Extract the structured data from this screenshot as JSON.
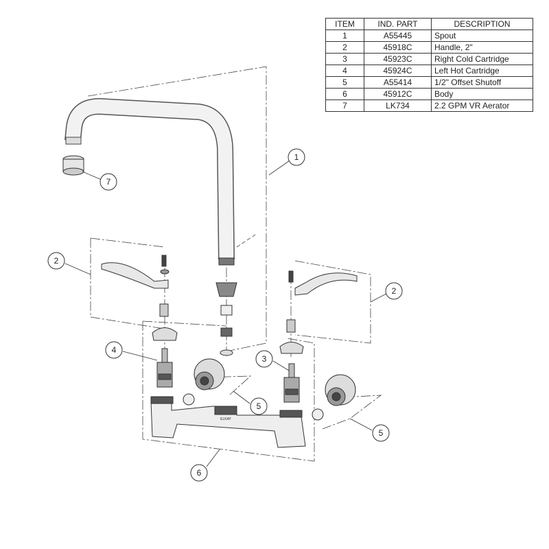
{
  "table": {
    "headers": [
      "ITEM",
      "IND. PART",
      "DESCRIPTION"
    ],
    "rows": [
      {
        "item": "1",
        "part": "A55445",
        "description": "Spout"
      },
      {
        "item": "2",
        "part": "45918C",
        "description": "Handle, 2\""
      },
      {
        "item": "3",
        "part": "45923C",
        "description": "Right Cold Cartridge"
      },
      {
        "item": "4",
        "part": "45924C",
        "description": "Left Hot Cartridge"
      },
      {
        "item": "5",
        "part": "A55414",
        "description": "1/2\" Offset Shutoff"
      },
      {
        "item": "6",
        "part": "45912C",
        "description": "Body"
      },
      {
        "item": "7",
        "part": "LK734",
        "description": "2.2 GPM VR Aerator"
      }
    ]
  },
  "callouts": {
    "spout": "1",
    "aerator": "7",
    "handle_left": "2",
    "handle_right": "2",
    "cartridge_left": "4",
    "cartridge_right": "3",
    "shutoff_left": "5",
    "shutoff_right": "5",
    "body": "6"
  },
  "body_brand": "ELKAY"
}
